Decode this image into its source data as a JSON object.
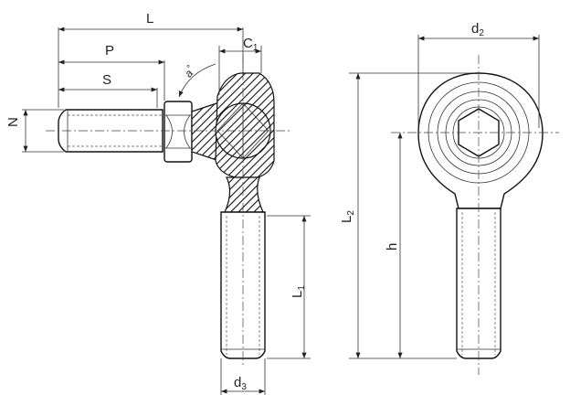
{
  "diagram": {
    "dimensions": {
      "L": {
        "main": "L",
        "sub": ""
      },
      "P": {
        "main": "P",
        "sub": ""
      },
      "S": {
        "main": "S",
        "sub": ""
      },
      "C1": {
        "main": "C",
        "sub": "1"
      },
      "a": {
        "main": "a",
        "sub": "°"
      },
      "N": {
        "main": "N",
        "sub": ""
      },
      "L1": {
        "main": "L",
        "sub": "1"
      },
      "d3": {
        "main": "d",
        "sub": "3"
      },
      "d2": {
        "main": "d",
        "sub": "2"
      },
      "L2": {
        "main": "L",
        "sub": "2"
      },
      "h": {
        "main": "h",
        "sub": ""
      }
    }
  }
}
